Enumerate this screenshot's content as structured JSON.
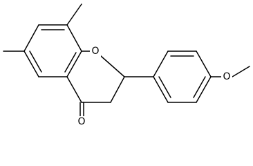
{
  "structure": {
    "atoms": {
      "ring_oxygen": "O",
      "carbonyl_oxygen": "O",
      "methoxy_oxygen": "O"
    }
  },
  "colors": {
    "bond": "#000000",
    "background": "#ffffff"
  }
}
